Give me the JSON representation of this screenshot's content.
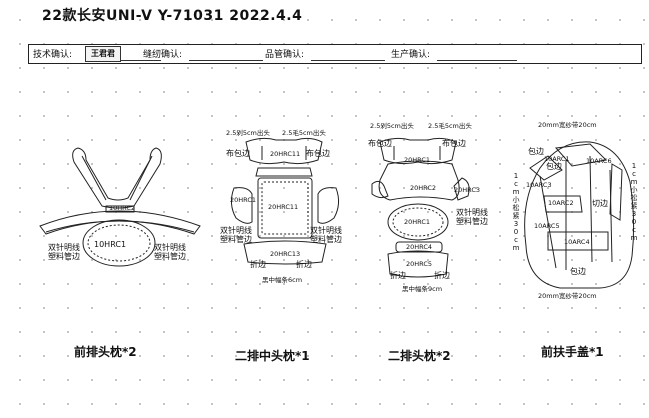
{
  "header": {
    "title": "22款长安UNI-V   Y-71031  2022.4.4"
  },
  "signoff": {
    "tech_label": "技术确认:",
    "tech_stamp": "王君君",
    "sewing_label": "缝纫确认:",
    "qc_label": "品管确认:",
    "production_label": "生产确认:"
  },
  "parts": {
    "front_headrest": {
      "caption": "前排头枕*2",
      "code_main": "10HRC1",
      "code_band": "10HRC2",
      "note_left": "双针明线\n塑料管边",
      "note_right": "双针明线\n塑料管边"
    },
    "middle_headrest": {
      "caption": "二排中头枕*1",
      "top_note_left": "2.5剁5cm出头",
      "top_note_right": "2.5毛5cm出头",
      "edge_left": "布包边",
      "edge_right": "布包边",
      "code_top": "20HRC11",
      "code_center": "20HRC11",
      "code_side": "20HRC1",
      "code_bottom": "20HRC13",
      "note_left": "双针明线\n塑料管边",
      "note_right": "双针明线\n塑料管边",
      "fold_left": "折边",
      "fold_right": "折边",
      "strip": "黑中幅条6cm"
    },
    "rear_headrest": {
      "caption": "二排头枕*2",
      "top_note_left": "2.5剁5cm出头",
      "top_note_right": "2.5毛5cm出头",
      "edge_left": "布包边",
      "edge_right": "布包边",
      "code_top": "20HRC1",
      "code_2": "20HRC2",
      "code_3": "20HRC3",
      "code_center": "20HRC1",
      "code_4": "20HRC4",
      "code_5": "20HRC5",
      "note_right": "双针明线\n塑料管边",
      "fold_left": "折边",
      "fold_right": "折边",
      "strip": "黑中幅条9cm"
    },
    "armrest": {
      "caption": "前扶手盖*1",
      "top_note": "20mm宽纱带20cm",
      "bottom_note": "20mm宽纱带20cm",
      "edge_tl": "包边",
      "edge_t": "包边",
      "code_1": "10ARC1",
      "code_2": "10ARC2",
      "code_3": "10ARC3",
      "code_4": "10ARC4",
      "code_5": "10ARC5",
      "code_6": "10ARC6",
      "fold_1": "切边",
      "edge_bottom": "包边",
      "vert_left": "1cm小松紧30cm",
      "vert_right": "1cm小松紧30cm"
    }
  }
}
